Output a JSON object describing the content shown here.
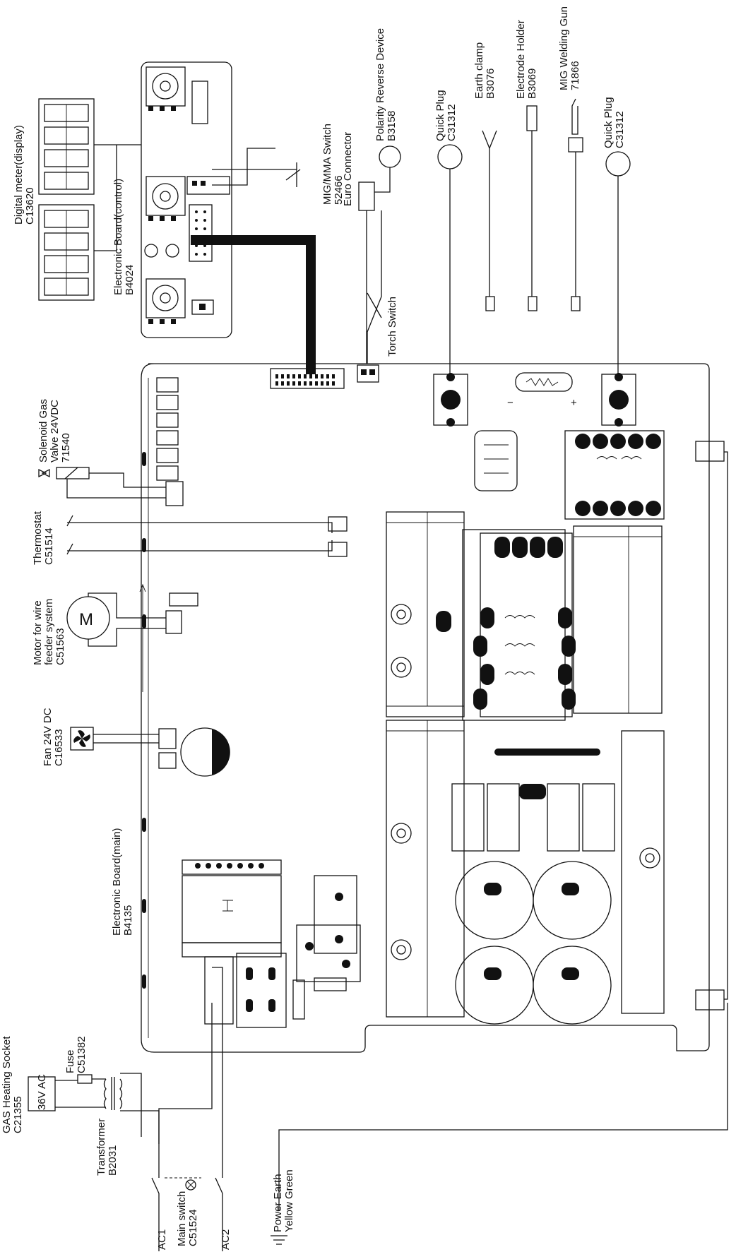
{
  "components": {
    "digital_meter": {
      "name": "Digital meter(display)",
      "code": "C13620"
    },
    "control_board": {
      "name": "Electronic Board(control)",
      "code": "B4024"
    },
    "mig_mma_switch": {
      "name": "MIG/MMA Switch",
      "code": "52466"
    },
    "polarity_reverse": {
      "name": "Polarity Reverse Device",
      "code": "B3158"
    },
    "euro_connector": {
      "name": "Euro Connector"
    },
    "quick_plug_1": {
      "name": "Quick Plug",
      "code": "C31312"
    },
    "earth_clamp": {
      "name": "Earth clamp",
      "code": "B3076"
    },
    "electrode_holder": {
      "name": "Electrode Holder",
      "code": "B3069"
    },
    "mig_welding_gun": {
      "name": "MIG Welding Gun",
      "code": "71866"
    },
    "quick_plug_2": {
      "name": "Quick Plug",
      "code": "C31312"
    },
    "torch_switch": {
      "name": "Torch Switch"
    },
    "solenoid_valve": {
      "name": "Solenoid Gas",
      "name2": "Valve 24VDC",
      "code": "71540"
    },
    "thermostat": {
      "name": "Thermostat",
      "code": "C51514"
    },
    "motor": {
      "name": "Motor for wire",
      "name2": "feeder system",
      "code": "C51563",
      "symbol": "M"
    },
    "fan": {
      "name": "Fan 24V DC",
      "code": "C16533"
    },
    "main_board": {
      "name": "Electronic Board(main)",
      "code": "B4135"
    },
    "gas_heating_socket": {
      "name": "GAS Heating Socket",
      "code": "C21355",
      "rating": "36V AC"
    },
    "fuse": {
      "name": "Fuse",
      "code": "C51382"
    },
    "transformer": {
      "name": "Transformer",
      "code": "B2031"
    },
    "main_switch": {
      "name": "Main switch",
      "code": "C51524"
    },
    "power_earth": {
      "name": "Power Earth",
      "name2": "Yellow Green"
    },
    "ac1": {
      "name": "AC1"
    },
    "ac2": {
      "name": "AC2"
    }
  },
  "polarity": {
    "minus": "−",
    "plus": "+"
  }
}
